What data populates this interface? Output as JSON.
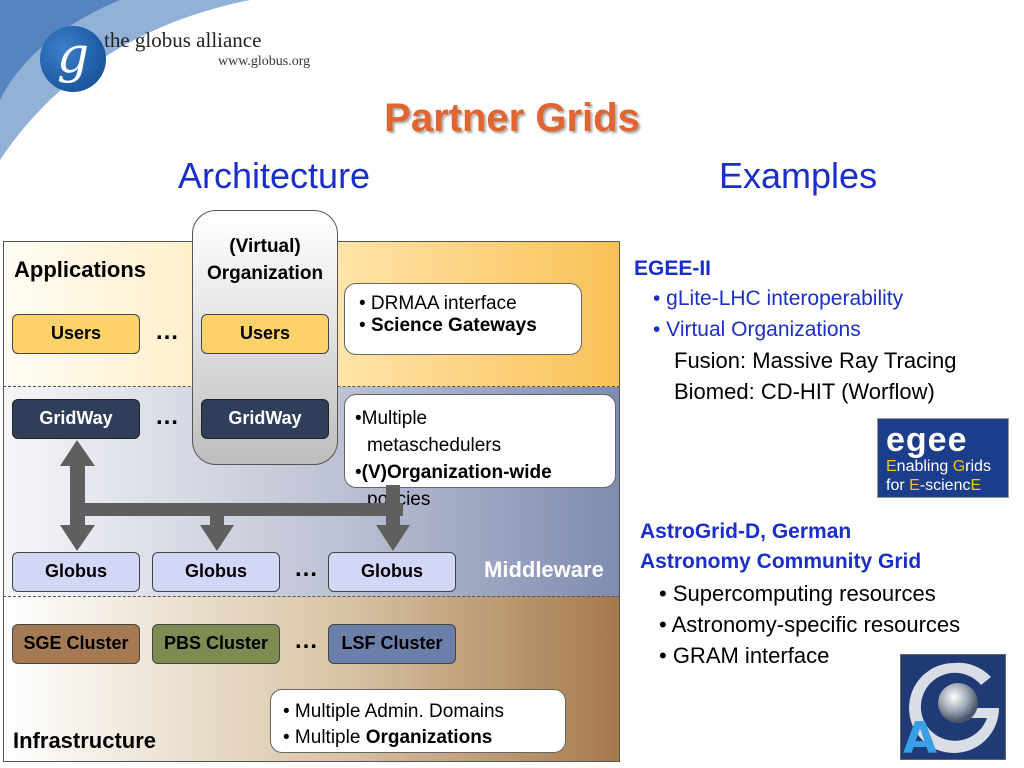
{
  "header": {
    "logo_letter": "g",
    "logo_text": "the globus alliance",
    "logo_url": "www.globus.org",
    "title": "Partner Grids"
  },
  "columns": {
    "left": "Architecture",
    "right": "Examples"
  },
  "diagram": {
    "layers": {
      "applications": "Applications",
      "middleware": "Middleware",
      "infrastructure": "Infrastructure"
    },
    "virtual_org": {
      "line1": "(Virtual)",
      "line2": "Organization"
    },
    "users": [
      "Users",
      "Users"
    ],
    "gridway": [
      "GridWay",
      "GridWay"
    ],
    "globus": [
      "Globus",
      "Globus",
      "Globus"
    ],
    "clusters": [
      "SGE Cluster",
      "PBS Cluster",
      "LSF Cluster"
    ],
    "ellipsis": "…",
    "notes": {
      "app": {
        "line1": "• DRMAA interface",
        "line2_bullet": "• ",
        "line2_bold": "Science Gateways"
      },
      "mid": {
        "line1": "•Multiple",
        "line2": "metaschedulers",
        "line3_bullet": "•",
        "line3_bold": "(V)Organization-wide",
        "line4": "policies"
      },
      "inf": {
        "line1": "• Multiple Admin. Domains",
        "line2_plain": "• Multiple ",
        "line2_bold": "Organizations"
      }
    },
    "colors": {
      "users": "#fdd26a",
      "gridway": "#2f3e59",
      "globus": "#d3d7f7",
      "sge": "#a47a55",
      "pbs": "#7d8c52",
      "lsf": "#6c7fa9",
      "arrow": "#5f5f5f"
    }
  },
  "examples": {
    "egee": {
      "title": "EGEE-II",
      "items": [
        "• gLite-LHC interoperability",
        "• Virtual Organizations"
      ],
      "sub_items": [
        "Fusion: Massive Ray Tracing",
        "Biomed: CD-HIT (Worflow)"
      ],
      "logo_word": "egee",
      "logo_line1": [
        "E",
        "nabling ",
        "G",
        "rids"
      ],
      "logo_line2": [
        "for ",
        "E",
        "-scienc",
        "E"
      ]
    },
    "astrogrid": {
      "title_line1": "AstroGrid-D, German",
      "title_line2": "Astronomy Community Grid",
      "items": [
        "• Supercomputing resources",
        "• Astronomy-specific resources",
        "• GRAM interface"
      ],
      "logo_letter": "A"
    }
  }
}
